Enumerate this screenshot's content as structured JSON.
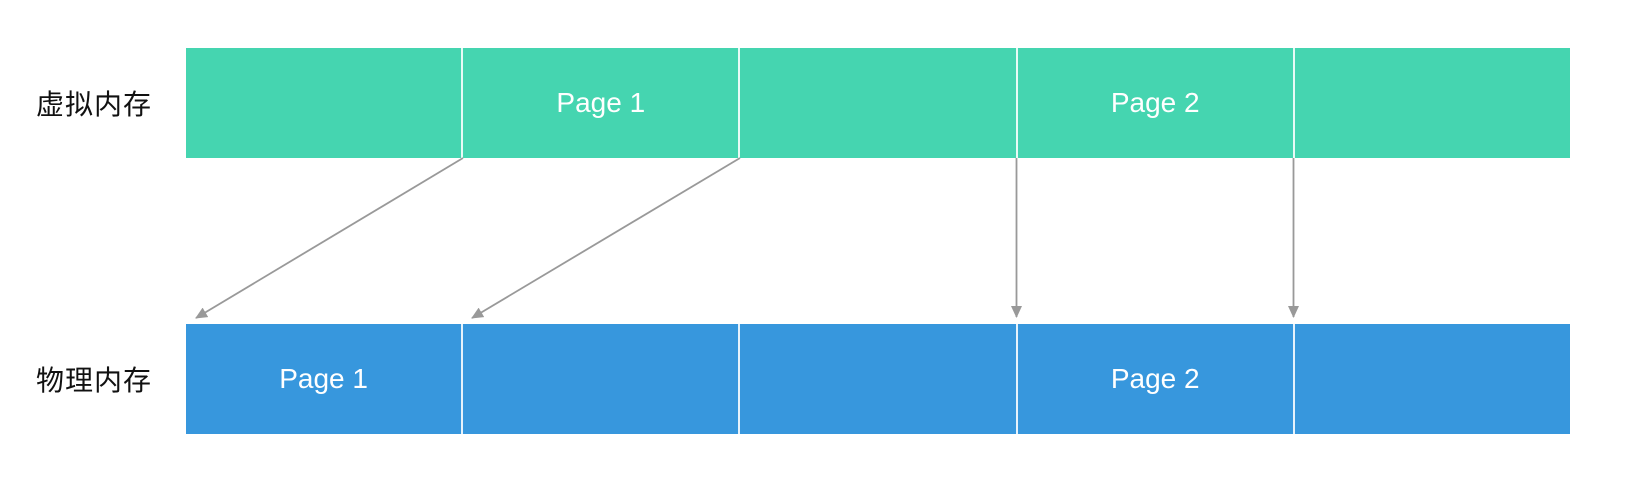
{
  "colors": {
    "virtual_fill": "#45d5b0",
    "physical_fill": "#3797dd",
    "arrow": "#999999",
    "page_label_text": "#ffffff",
    "row_label_text": "#111111"
  },
  "rows": {
    "virtual": {
      "label": "虚拟内存",
      "segments": [
        "",
        "Page 1",
        "",
        "Page 2",
        ""
      ]
    },
    "physical": {
      "label": "物理内存",
      "segments": [
        "Page 1",
        "",
        "",
        "Page 2",
        ""
      ]
    }
  },
  "arrows": [
    {
      "from": "virtual-page-1-left-edge",
      "to": "physical-page-1-left-edge"
    },
    {
      "from": "virtual-page-1-right-edge",
      "to": "physical-page-1-right-edge"
    },
    {
      "from": "virtual-page-2-left-edge",
      "to": "physical-page-2-left-edge"
    },
    {
      "from": "virtual-page-2-right-edge",
      "to": "physical-page-2-right-edge"
    }
  ]
}
